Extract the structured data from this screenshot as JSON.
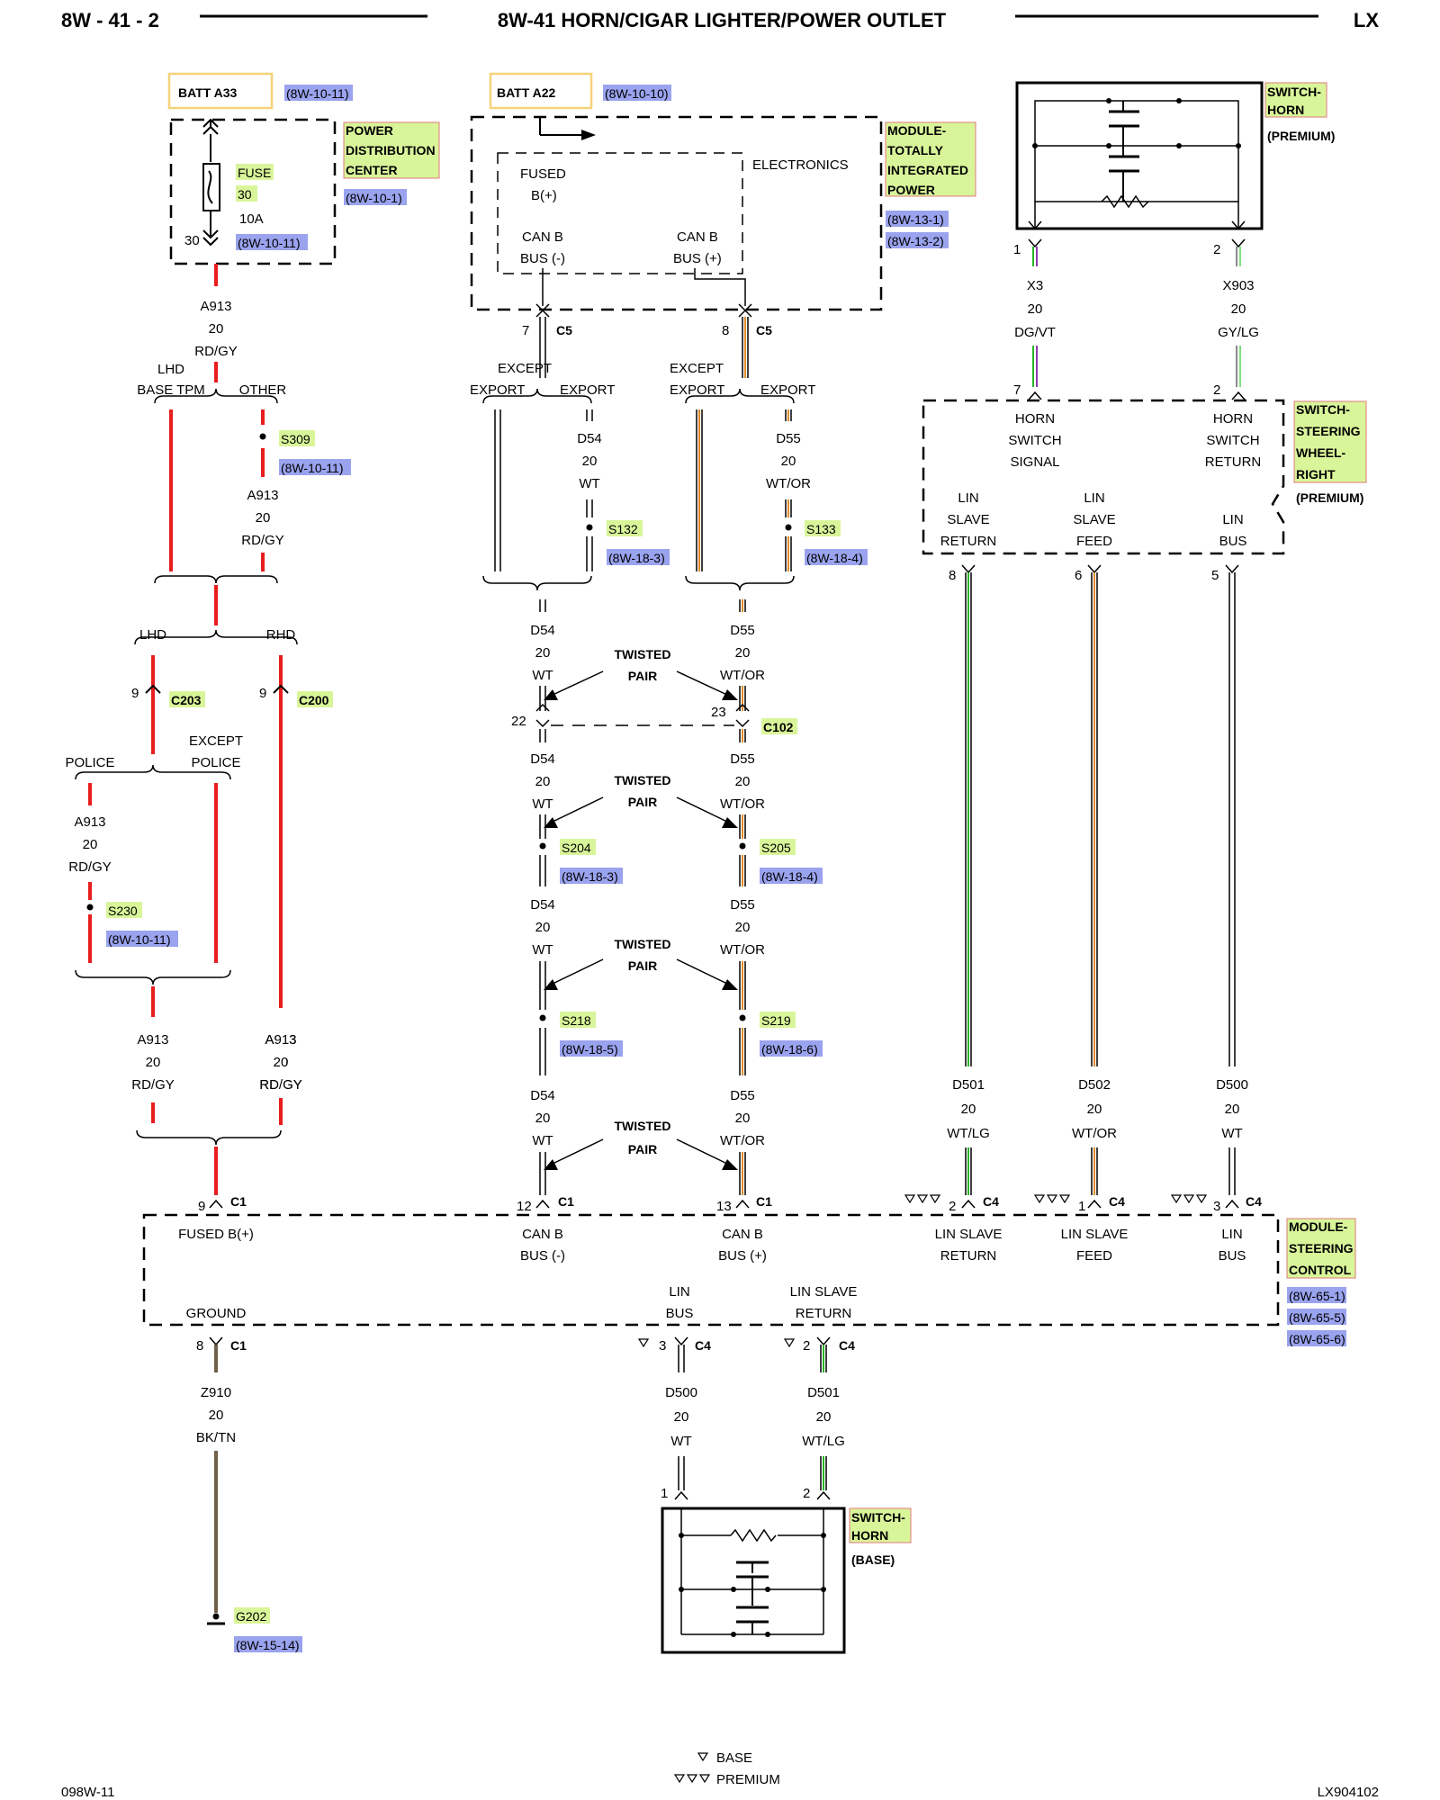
{
  "header": {
    "left": "8W - 41 - 2",
    "title": "8W-41 HORN/CIGAR LIGHTER/POWER OUTLET",
    "right": "LX"
  },
  "footer": {
    "left": "098W-11",
    "right": "LX904102",
    "legend_base": "BASE",
    "legend_premium": "PREMIUM"
  },
  "colors": {
    "red": "#e81d1d",
    "green": "#28b528",
    "orange": "#e38a2c",
    "gray": "#8a8a8a",
    "brown": "#6d6048",
    "ref_bg": "#9aa3ee",
    "label_bg": "#d9f59a",
    "label_border": "#e07a7a",
    "batt_border": "#f6d37a"
  },
  "icons": [
    "switch-icon",
    "resistor-icon",
    "fuse-icon",
    "ground-icon",
    "connector-icon",
    "splice-icon",
    "arrow-icon"
  ],
  "batt_a33": {
    "label": "BATT A33",
    "ref": "(8W-10-11)"
  },
  "batt_a22": {
    "label": "BATT A22",
    "ref": "(8W-10-10)"
  },
  "pdc": {
    "name": [
      "POWER",
      "DISTRIBUTION",
      "CENTER"
    ],
    "ref": "(8W-10-1)",
    "fuse_label": "FUSE",
    "fuse_num": "30",
    "fuse_amp": "10A",
    "pin": "30",
    "fuse_ref": "(8W-10-11)"
  },
  "tipm": {
    "name": [
      "MODULE-",
      "TOTALLY",
      "INTEGRATED",
      "POWER"
    ],
    "refs": [
      "(8W-13-1)",
      "(8W-13-2)"
    ],
    "electronics": "ELECTRONICS",
    "fused": "FUSED",
    "bplus": "B(+)",
    "canb_l": "CAN B",
    "bus_neg": "BUS (-)",
    "canb_r": "CAN B",
    "bus_pos": "BUS (+)"
  },
  "left_wires": {
    "a913_top": [
      "A913",
      "20",
      "RD/GY"
    ],
    "lhd": "LHD",
    "base_tpm": "BASE TPM",
    "other": "OTHER",
    "s309": "S309",
    "s309_ref": "(8W-10-11)",
    "a913_mid": [
      "A913",
      "20",
      "RD/GY"
    ],
    "lhd2": "LHD",
    "rhd2": "RHD",
    "c203_pin": "9",
    "c203": "C203",
    "c200_pin": "9",
    "c200": "C200",
    "police": "POLICE",
    "except": "EXCEPT",
    "police2": "POLICE",
    "a913_police": [
      "A913",
      "20",
      "RD/GY"
    ],
    "s230": "S230",
    "s230_ref": "(8W-10-11)",
    "a913_bl": [
      "A913",
      "20",
      "RD/GY"
    ],
    "a913_br": [
      "A913",
      "20",
      "RD/GY"
    ]
  },
  "can_wires": {
    "c5_pin_l": "7",
    "c5": "C5",
    "c5_pin_r": "8",
    "except_l": "EXCEPT",
    "export_l1": "EXPORT",
    "export_l2": "EXPORT",
    "except_r": "EXCEPT",
    "export_r1": "EXPORT",
    "export_r2": "EXPORT",
    "d54_a": [
      "D54",
      "20",
      "WT"
    ],
    "d55_a": [
      "D55",
      "20",
      "WT/OR"
    ],
    "s132": "S132",
    "s132_ref": "(8W-18-3)",
    "s133": "S133",
    "s133_ref": "(8W-18-4)",
    "d54_b": [
      "D54",
      "20",
      "WT"
    ],
    "d55_b": [
      "D55",
      "20",
      "WT/OR"
    ],
    "twisted": "TWISTED",
    "pair": "PAIR",
    "c102_pin_l": "22",
    "c102_pin_r": "23",
    "c102": "C102",
    "d54_c": [
      "D54",
      "20",
      "WT"
    ],
    "d55_c": [
      "D55",
      "20",
      "WT/OR"
    ],
    "s204": "S204",
    "s204_ref": "(8W-18-3)",
    "s205": "S205",
    "s205_ref": "(8W-18-4)",
    "d54_d": [
      "D54",
      "20",
      "WT"
    ],
    "d55_d": [
      "D55",
      "20",
      "WT/OR"
    ],
    "s218": "S218",
    "s218_ref": "(8W-18-5)",
    "s219": "S219",
    "s219_ref": "(8W-18-6)",
    "d54_e": [
      "D54",
      "20",
      "WT"
    ],
    "d55_e": [
      "D55",
      "20",
      "WT/OR"
    ]
  },
  "horn_premium": {
    "name": [
      "SWITCH-",
      "HORN"
    ],
    "sub": "(PREMIUM)",
    "pin1": "1",
    "pin2": "2",
    "x3": [
      "X3",
      "20",
      "DG/VT"
    ],
    "x903": [
      "X903",
      "20",
      "GY/LG"
    ]
  },
  "steering_wheel": {
    "name": [
      "SWITCH-",
      "STEERING",
      "WHEEL-",
      "RIGHT"
    ],
    "sub": "(PREMIUM)",
    "pin_l": "7",
    "pin_r": "2",
    "hs_signal": [
      "HORN",
      "SWITCH",
      "SIGNAL"
    ],
    "hs_return": [
      "HORN",
      "SWITCH",
      "RETURN"
    ],
    "lin_slave_return": [
      "LIN",
      "SLAVE",
      "RETURN"
    ],
    "lin_slave_feed": [
      "LIN",
      "SLAVE",
      "FEED"
    ],
    "lin_bus": [
      "LIN",
      "BUS"
    ],
    "pin8": "8",
    "pin6": "6",
    "pin5": "5",
    "d501": [
      "D501",
      "20",
      "WT/LG"
    ],
    "d502": [
      "D502",
      "20",
      "WT/OR"
    ],
    "d500": [
      "D500",
      "20",
      "WT"
    ]
  },
  "scm": {
    "name": [
      "MODULE-",
      "STEERING",
      "CONTROL"
    ],
    "refs": [
      "(8W-65-1)",
      "(8W-65-5)",
      "(8W-65-6)"
    ],
    "c1_9": "9",
    "c1": "C1",
    "c1_12": "12",
    "c1_13": "13",
    "c4_2": "2",
    "c4": "C4",
    "c4_1": "1",
    "c4_3": "3",
    "fused": "FUSED B(+)",
    "canb_l": [
      "CAN B",
      "BUS (-)"
    ],
    "canb_r": [
      "CAN B",
      "BUS (+)"
    ],
    "lsr": [
      "LIN SLAVE",
      "RETURN"
    ],
    "lsf": [
      "LIN SLAVE",
      "FEED"
    ],
    "linbus": [
      "LIN",
      "BUS"
    ],
    "lin_bus2": [
      "LIN",
      "BUS"
    ],
    "lsr2": [
      "LIN SLAVE",
      "RETURN"
    ],
    "ground": "GROUND",
    "c1_8": "8",
    "c4_3b": "3",
    "c4_2b": "2"
  },
  "bottom": {
    "z910": [
      "Z910",
      "20",
      "BK/TN"
    ],
    "g202": "G202",
    "g202_ref": "(8W-15-14)",
    "d500": [
      "D500",
      "20",
      "WT"
    ],
    "d501": [
      "D501",
      "20",
      "WT/LG"
    ],
    "pin1": "1",
    "pin2": "2"
  },
  "horn_base": {
    "name": [
      "SWITCH-",
      "HORN"
    ],
    "sub": "(BASE)"
  }
}
